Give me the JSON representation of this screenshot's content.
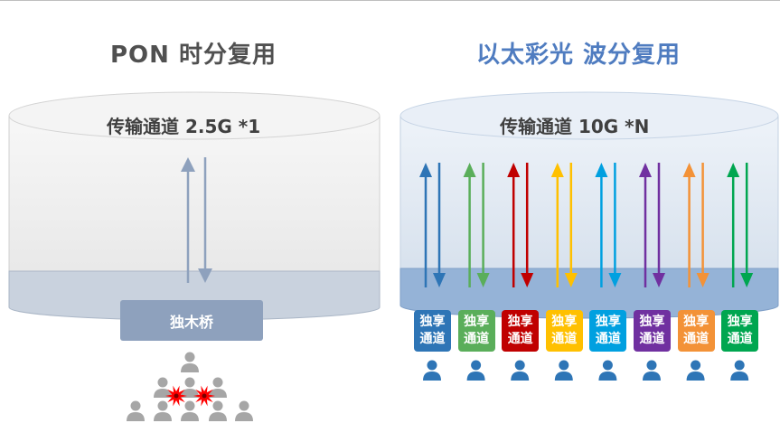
{
  "left": {
    "title": "PON 时分复用",
    "channel_label": "传输通道  2.5G *1",
    "bridge_label": "独木桥"
  },
  "right": {
    "title": "以太彩光 波分复用",
    "channel_label": "传输通道  10G *N",
    "channel_line1": "独享",
    "channel_line2": "通道",
    "channel_colors": [
      "#2e75b6",
      "#5aae5a",
      "#c00000",
      "#ffc000",
      "#00a0e0",
      "#7030a0",
      "#f39237",
      "#00a650"
    ]
  },
  "icons": {
    "person": "person-icon",
    "collision": "collision-icon",
    "arrow": "bidirectional-arrow-icon"
  },
  "colors": {
    "left_cylinder": "#ebebeb",
    "left_base": "#c5ceda",
    "right_cylinder": "#dce6f1",
    "right_base": "#95b3d7",
    "person_gray": "#a6a6a6",
    "person_blue": "#2e75b6",
    "title_right": "#4f7cc0"
  }
}
